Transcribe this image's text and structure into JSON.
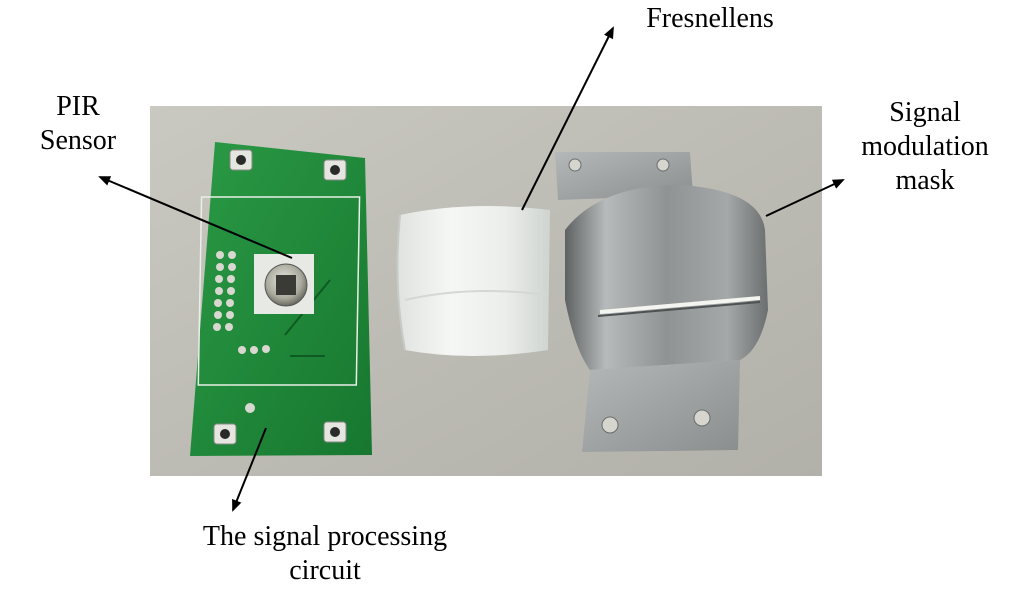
{
  "labels": {
    "pir_line1": "PIR",
    "pir_line2": "Sensor",
    "fresnel": "Fresnellens",
    "mask_line1": "Signal",
    "mask_line2": "modulation",
    "mask_line3": "mask",
    "circuit_line1": "The signal processing",
    "circuit_line2": "circuit"
  },
  "colors": {
    "pcb_green": "#1f8a3a",
    "background_surface": "#bdbcb4",
    "metal": "#9a9c9c",
    "lens": "#eef0ee"
  }
}
